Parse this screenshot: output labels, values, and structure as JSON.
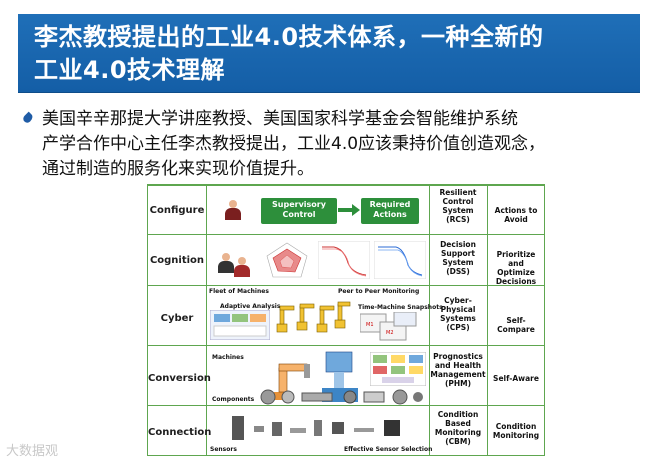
{
  "title": {
    "line1": "李杰教授提出的工业4.0技术体系，一种全新的",
    "line2": "工业4.0技术理解"
  },
  "bullet": {
    "line1": "美国辛辛那提大学讲座教授、美国国家科学基金会智能维护系统",
    "line2": "产学合作中心主任李杰教授提出，工业4.0应该秉持价值创造观念，",
    "line3": "通过制造的服务化来实现价值提升。"
  },
  "diagram": {
    "rows": [
      {
        "label": "Configure",
        "system": "Resilient Control System (RCS)",
        "action": "Actions to Avoid"
      },
      {
        "label": "Cognition",
        "system": "Decision Support System (DSS)",
        "action": "Prioritize and Optimize Decisions"
      },
      {
        "label": "Cyber",
        "system": "Cyber-Physical Systems (CPS)",
        "action": "Self-Compare"
      },
      {
        "label": "Conversion",
        "system": "Prognostics and Health Management (PHM)",
        "action": "Self-Aware"
      },
      {
        "label": "Connection",
        "system": "Condition Based Monitoring (CBM)",
        "action": "Condition Monitoring"
      }
    ],
    "configure": {
      "box1": "Supervisory Control",
      "box2": "Required Actions"
    },
    "cyber": {
      "fleet": "Fleet of Machines",
      "peer": "Peer to Peer Monitoring",
      "adaptive": "Adaptive Analysis",
      "time": "Time-Machine Snapshots"
    },
    "conversion": {
      "machines": "Machines",
      "components": "Components"
    },
    "connection": {
      "sensors": "Sensors",
      "selection": "Effective Sensor Selection"
    }
  },
  "watermark": "大数据观"
}
